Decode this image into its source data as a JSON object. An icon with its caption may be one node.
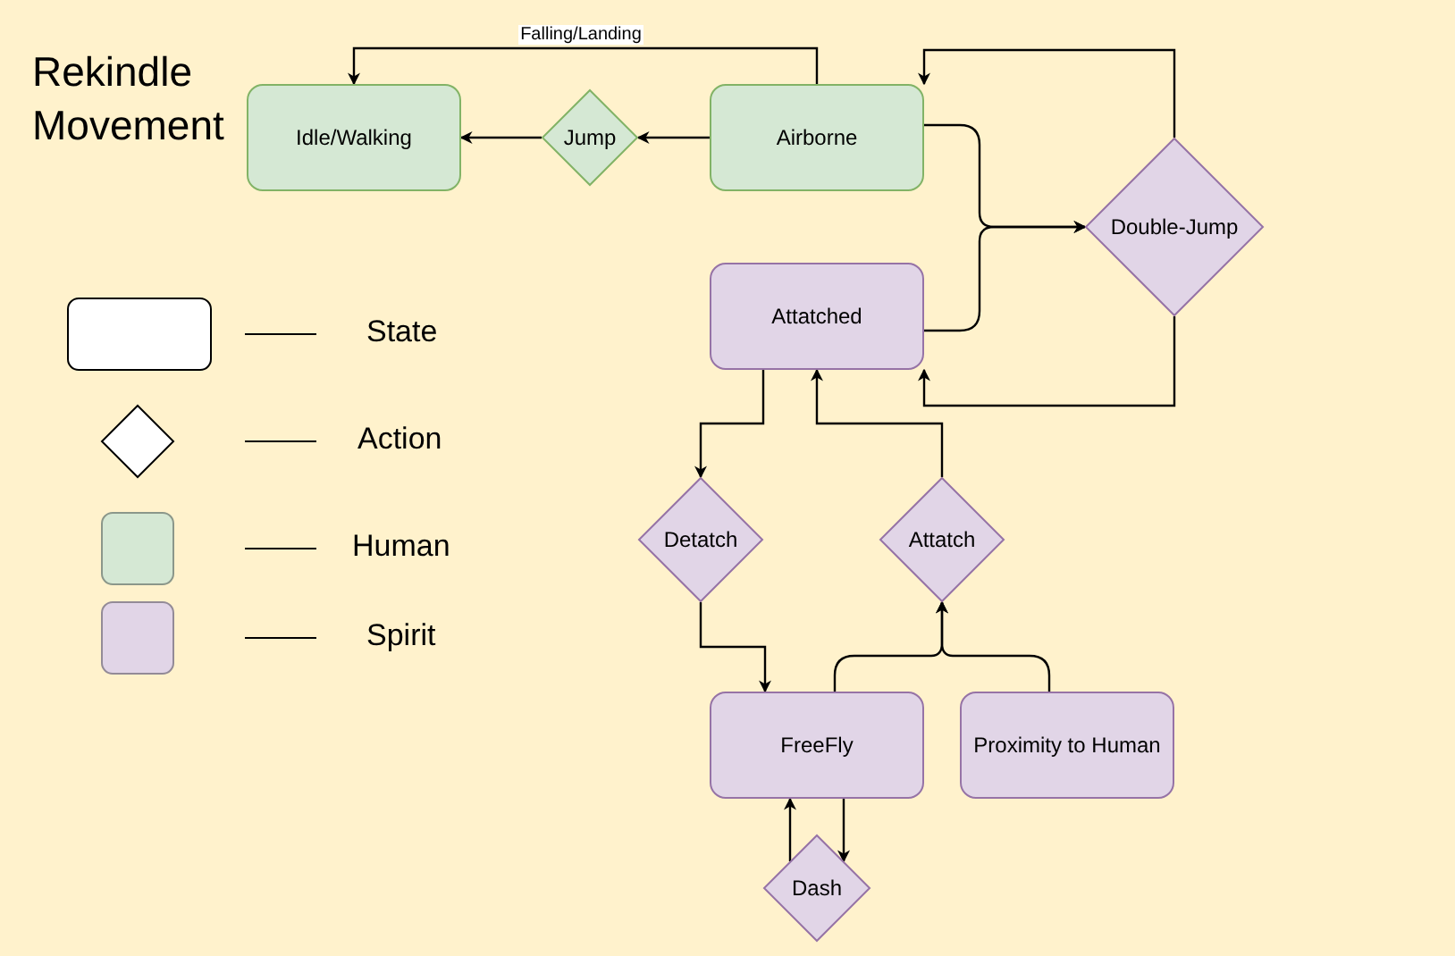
{
  "diagram": {
    "title": "Rekindle Movement",
    "nodes": [
      {
        "text": [
          "Idle/Walking"
        ]
      },
      {
        "text": [
          "Jump"
        ]
      },
      {
        "text": [
          "Airborne"
        ]
      },
      {
        "text": [
          "Double-Jump"
        ]
      },
      {
        "text": [
          "Attatched"
        ]
      },
      {
        "text": [
          "Detatch"
        ]
      },
      {
        "text": [
          "Attatch"
        ]
      },
      {
        "text": [
          "FreeFly"
        ]
      },
      {
        "text": [
          "Proximity to Human"
        ]
      },
      {
        "text": [
          "Dash"
        ]
      }
    ],
    "edges": [
      {
        "from": 2,
        "to": 0,
        "arrow": "to",
        "label": "Falling/Landing"
      },
      {
        "from": 2,
        "to": 1,
        "arrow": "to"
      },
      {
        "from": 1,
        "to": 0,
        "arrow": "to"
      },
      {
        "from": 3,
        "to": 2,
        "arrow": "to"
      },
      {
        "from": 2,
        "to": 3,
        "arrow": "to"
      },
      {
        "from": 4,
        "to": 3,
        "arrow": "to"
      },
      {
        "from": 3,
        "to": 4,
        "arrow": "to"
      },
      {
        "from": 4,
        "to": 5,
        "arrow": "to"
      },
      {
        "from": 6,
        "to": 4,
        "arrow": "to"
      },
      {
        "from": 5,
        "to": 7,
        "arrow": "to"
      },
      {
        "from": 7,
        "to": 6,
        "arrow": "to"
      },
      {
        "from": 8,
        "to": 6,
        "arrow": "to"
      },
      {
        "from": 7,
        "to": 9,
        "arrow": "to"
      },
      {
        "from": 9,
        "to": 7,
        "arrow": "to"
      }
    ],
    "legend": [
      {
        "text": "State"
      },
      {
        "text": "Action"
      },
      {
        "text": "Human",
        "color": "#d5e8d4"
      },
      {
        "text": "Spirit",
        "color": "#e1d5e7"
      }
    ]
  }
}
